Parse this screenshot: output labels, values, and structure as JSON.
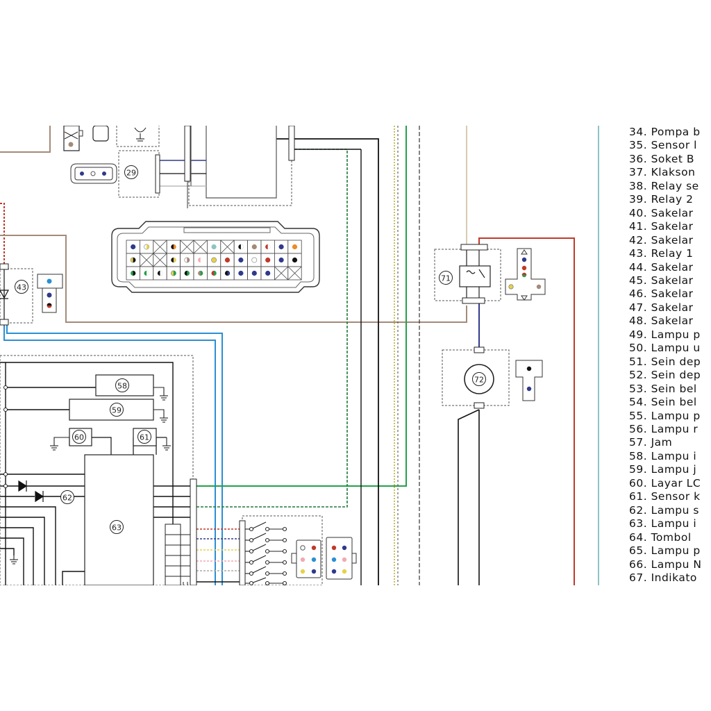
{
  "components": [
    {
      "id": "c29",
      "label": "29"
    },
    {
      "id": "c43",
      "label": "43"
    },
    {
      "id": "c58",
      "label": "58"
    },
    {
      "id": "c59",
      "label": "59"
    },
    {
      "id": "c60",
      "label": "60"
    },
    {
      "id": "c61",
      "label": "61"
    },
    {
      "id": "c62",
      "label": "62"
    },
    {
      "id": "c63",
      "label": "63"
    },
    {
      "id": "c71",
      "label": "71"
    },
    {
      "id": "c72",
      "label": "72"
    }
  ],
  "legend": [
    "34. Pompa b",
    "35. Sensor l",
    "36. Soket B",
    "37. Klakson",
    "38. Relay se",
    "39. Relay 2",
    "40. Sakelar",
    "41. Sakelar",
    "42. Sakelar",
    "43. Relay 1",
    "44. Sakelar",
    "45. Sakelar",
    "46. Sakelar",
    "47. Sakelar",
    "48. Sakelar",
    "49. Lampu p",
    "50. Lampu u",
    "51. Sein dep",
    "52. Sein dep",
    "53. Sein bel",
    "54. Sein bel",
    "55. Lampu p",
    "56. Lampu r",
    "57. Jam",
    "58. Lampu i",
    "59. Lampu j",
    "60. Layar LC",
    "61. Sensor k",
    "62. Lampu s",
    "63. Lampu i",
    "64. Tombol",
    "65. Lampu p",
    "66. Lampu N",
    "67. Indikato"
  ],
  "wire_colors": {
    "brown": "#a48a78",
    "red": "#c0392b",
    "blue": "#2a8fd4",
    "navy": "#303a8a",
    "green": "#23a04a",
    "dgreen": "#1f7a3a",
    "teal": "#8fc3c3",
    "tan": "#d8cbb0",
    "yellow": "#e6d24a",
    "pink": "#f2a9b3",
    "white": "#ffffff",
    "black": "#111111",
    "orange": "#f08a24",
    "gray": "#9a9a9a"
  },
  "connector_main": {
    "rows": [
      [
        "navy",
        "white/yellow",
        "x",
        "black/orange",
        "x",
        "x",
        "teal",
        "x",
        "black/white",
        "brown",
        "red/white",
        "navy",
        "orange"
      ],
      [
        "yellow/black",
        "x",
        "x",
        "black/yellow",
        "white/brown",
        "pink/white",
        "yellow",
        "red",
        "navy",
        "white",
        "red",
        "navy",
        "black"
      ],
      [
        "green/black",
        "green/white",
        "black/white",
        "yellow/green",
        "black/green",
        "brown/green",
        "red/green",
        "black/navy",
        "navy",
        "navy",
        "navy",
        "x",
        "x"
      ]
    ]
  }
}
